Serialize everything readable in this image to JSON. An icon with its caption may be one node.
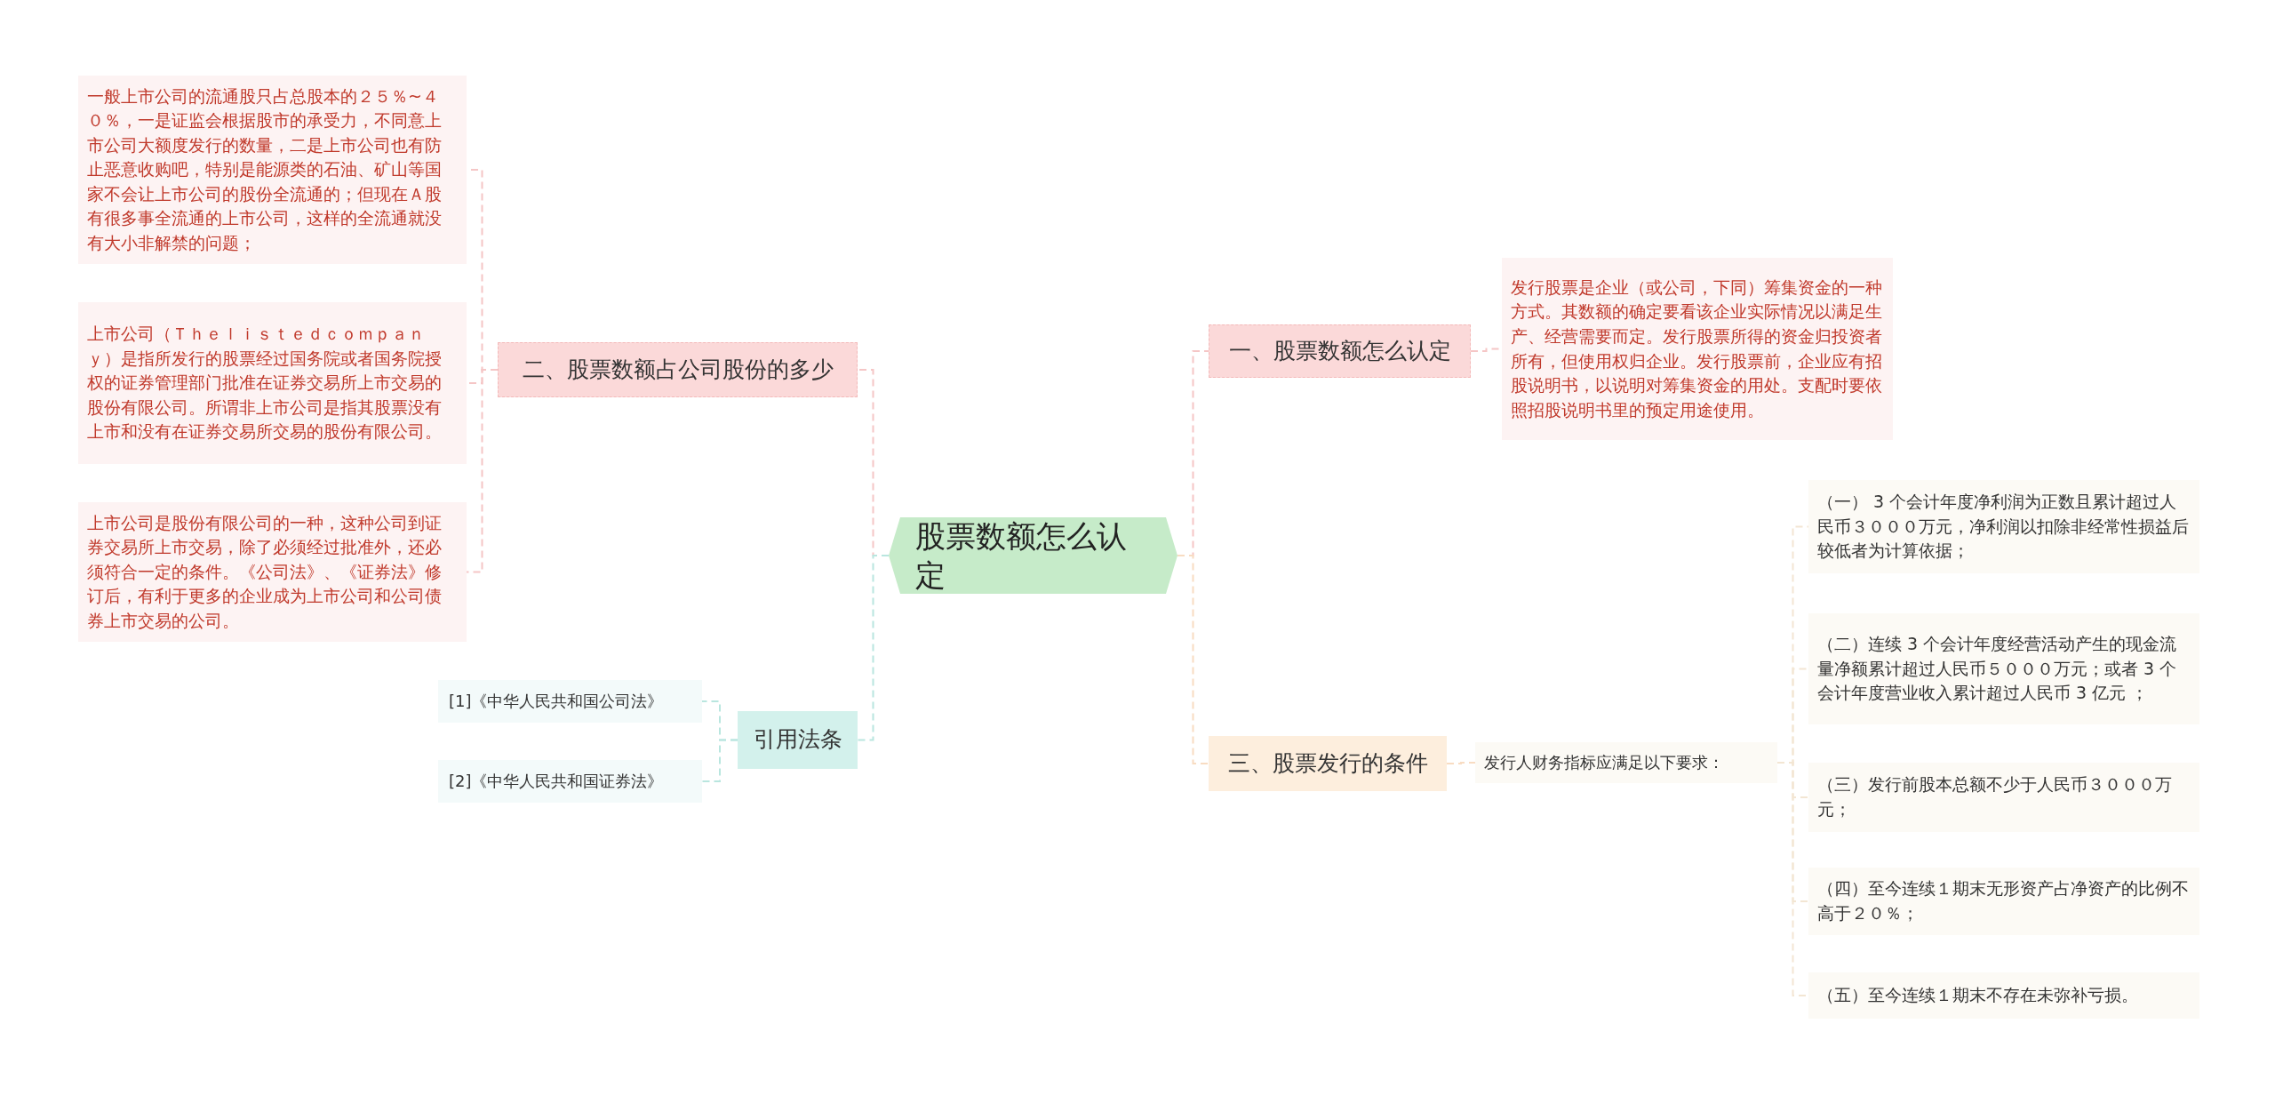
{
  "diagram": {
    "nodes": [
      {
        "text": [
          "股票数额怎么认定"
        ]
      },
      {
        "text": [
          "一、股票数额怎么认定"
        ]
      },
      {
        "text": [
          "发行股票是企业（或公司，下同）筹集资金的一种方式。其数额的确定要看该企业实际情况以满足生产、经营需要而定。发行股票所得的资金归投资者所有，但使用权归企业。发行股票前，企业应有招股说明书，以说明对筹集资金的用处。支配时要依照招股说明书里的预定用途使用。"
        ]
      },
      {
        "text": [
          "三、股票发行的条件"
        ]
      },
      {
        "text": [
          "发行人财务指标应满足以下要求："
        ]
      },
      {
        "text": [
          "（一） 3 个会计年度净利润为正数且累计超过人民币３０００万元，净利润以扣除非经常性损益后较低者为计算依据；"
        ]
      },
      {
        "text": [
          "（二）连续 3 个会计年度经营活动产生的现金流量净额累计超过人民币５０００万元；或者 3 个会计年度营业收入累计超过人民币 3 亿元 ；"
        ]
      },
      {
        "text": [
          "（三）发行前股本总额不少于人民币３０００万元；"
        ]
      },
      {
        "text": [
          "（四）至今连续１期末无形资产占净资产的比例不高于２０％；"
        ]
      },
      {
        "text": [
          "（五）至今连续１期末不存在未弥补亏损。"
        ]
      },
      {
        "text": [
          "二、股票数额占公司股份的多少"
        ]
      },
      {
        "text": [
          "一般上市公司的流通股只占总股本的２５％~４０％，一是证监会根据股市的承受力，不同意上市公司大额度发行的数量，二是上市公司也有防止恶意收购吧，特别是能源类的石油、矿山等国家不会让上市公司的股份全流通的；但现在Ａ股有很多事全流通的上市公司，这样的全流通就没有大小非解禁的问题；"
        ]
      },
      {
        "text": [
          "上市公司（Ｔｈｅｌｉｓｔｅｄｃｏｍｐａｎｙ）是指所发行的股票经过国务院或者国务院授权的证券管理部门批准在证券交易所上市交易的股份有限公司。所谓非上市公司是指其股票没有上市和没有在证券交易所交易的股份有限公司。"
        ]
      },
      {
        "text": [
          "上市公司是股份有限公司的一种，这种公司到证券交易所上市交易，除了必须经过批准外，还必须符合一定的条件。《公司法》、《证券法》修订后，有利于更多的企业成为上市公司和公司债券上市交易的公司。"
        ]
      },
      {
        "text": [
          "引用法条"
        ]
      },
      {
        "text": [
          "[1]《中华人民共和国公司法》"
        ]
      },
      {
        "text": [
          "[2]《中华人民共和国证券法》"
        ]
      }
    ],
    "edges": [
      {
        "from": 0,
        "to": 1,
        "arrow": "none",
        "style": "dashed",
        "color": "#f5c6c6"
      },
      {
        "from": 0,
        "to": 3,
        "arrow": "none",
        "style": "dashed",
        "color": "#f8dcc2"
      },
      {
        "from": 0,
        "to": 10,
        "arrow": "none",
        "style": "dashed",
        "color": "#f5c6c6"
      },
      {
        "from": 0,
        "to": 14,
        "arrow": "none",
        "style": "dashed",
        "color": "#b9e6df"
      },
      {
        "from": 1,
        "to": 2,
        "arrow": "none",
        "style": "dashed",
        "color": "#f5c6c6"
      },
      {
        "from": 3,
        "to": 4,
        "arrow": "none",
        "style": "dashed",
        "color": "#f8dcc2"
      },
      {
        "from": 4,
        "to": 5,
        "arrow": "none",
        "style": "dashed",
        "color": "#f3e6d3"
      },
      {
        "from": 4,
        "to": 6,
        "arrow": "none",
        "style": "dashed",
        "color": "#f3e6d3"
      },
      {
        "from": 4,
        "to": 7,
        "arrow": "none",
        "style": "dashed",
        "color": "#f3e6d3"
      },
      {
        "from": 4,
        "to": 8,
        "arrow": "none",
        "style": "dashed",
        "color": "#f3e6d3"
      },
      {
        "from": 4,
        "to": 9,
        "arrow": "none",
        "style": "dashed",
        "color": "#f3e6d3"
      },
      {
        "from": 10,
        "to": 11,
        "arrow": "none",
        "style": "dashed",
        "color": "#f5c6c6"
      },
      {
        "from": 10,
        "to": 12,
        "arrow": "none",
        "style": "dashed",
        "color": "#f5c6c6"
      },
      {
        "from": 10,
        "to": 13,
        "arrow": "none",
        "style": "dashed",
        "color": "#f5c6c6"
      },
      {
        "from": 14,
        "to": 15,
        "arrow": "none",
        "style": "dashed",
        "color": "#b9e6df"
      },
      {
        "from": 14,
        "to": 16,
        "arrow": "none",
        "style": "dashed",
        "color": "#b9e6df"
      }
    ]
  }
}
